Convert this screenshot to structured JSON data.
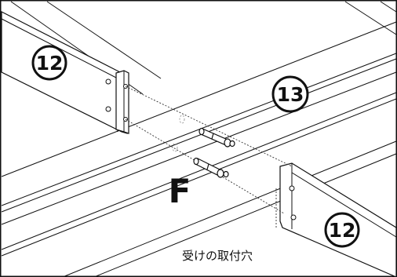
{
  "diagram": {
    "part_left": "12",
    "part_center": "13",
    "part_right": "12",
    "fastener_label": "F",
    "hole_caption": "受けの取付穴"
  }
}
